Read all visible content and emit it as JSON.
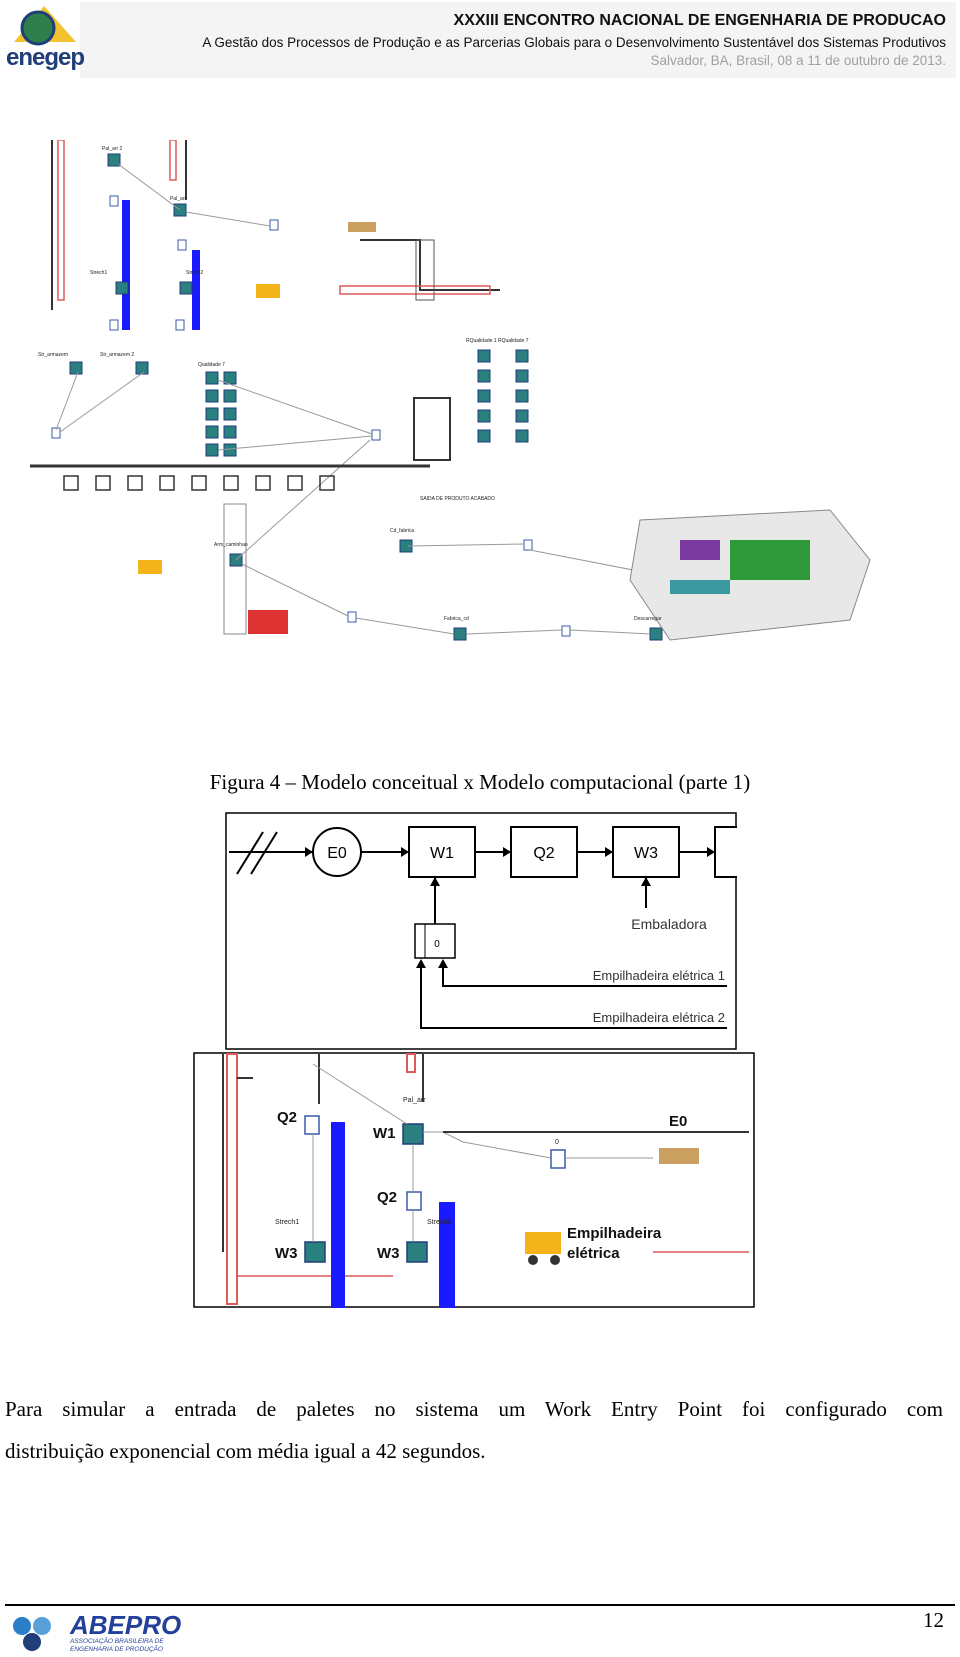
{
  "header": {
    "logo_text": "enegep",
    "title": "XXXIII ENCONTRO NACIONAL DE ENGENHARIA DE PRODUCAO",
    "subtitle": "A Gestão dos Processos de Produção e as Parcerias Globais para o Desenvolvimento Sustentável dos Sistemas Produtivos",
    "location": "Salvador, BA, Brasil, 08 a 11 de outubro de 2013."
  },
  "figure1": {
    "labels": {
      "pal_arr2": "Pal_arr 2",
      "pal_arr": "Pal_arr",
      "strech1": "Strech1",
      "strech2": "Strech2",
      "str_armazem": "Str_armazem",
      "str_armazem2": "Str_armazem 2",
      "qualidade7": "Qualidade 7",
      "rqualidade": "RQualidade 1  RQualidade 7",
      "saida": "SAIDA DE PRODUTO ACABADO",
      "arm_caminhao": "Arm_caminhao",
      "cd_fabrica": "Cd_fabrica",
      "fabrica_cd": "Fabrica_cd",
      "descarregar": "Descarregar"
    }
  },
  "caption": "Figura 4 – Modelo conceitual x Modelo computacional (parte 1)",
  "figure2": {
    "e0": "E0",
    "w1": "W1",
    "q2": "Q2",
    "w3": "W3",
    "queue_label": "0",
    "embaladora": "Embaladora",
    "empilhadeira1": "Empilhadeira elétrica 1",
    "empilhadeira2": "Empilhadeira elétrica 2"
  },
  "figure3": {
    "q2_top": "Q2",
    "w1": "W1",
    "pal_arr": "Pal_arr",
    "e0": "E0",
    "q2_mid": "Q2",
    "w3_left": "W3",
    "w3_right": "W3",
    "strech1": "Strech1",
    "strech2": "Strech2",
    "empilhadeira_line1": "Empilhadeira",
    "empilhadeira_line2": "elétrica",
    "zero": "0"
  },
  "paragraph": {
    "line1": "Para simular a entrada de paletes no sistema um Work Entry Point foi configurado com",
    "line2": "distribuição exponencial com média igual a 42 segundos."
  },
  "footer": {
    "logo_text": "ABEPRO",
    "logo_sub": "ASSOCIAÇÃO BRASILEIRA DE ENGENHARIA DE PRODUÇÃO",
    "page_number": "12"
  },
  "colors": {
    "blue": "#1a1aff",
    "red": "#e05a5a",
    "teal": "#2a7f7f",
    "header_gray": "#a0a0a0"
  }
}
